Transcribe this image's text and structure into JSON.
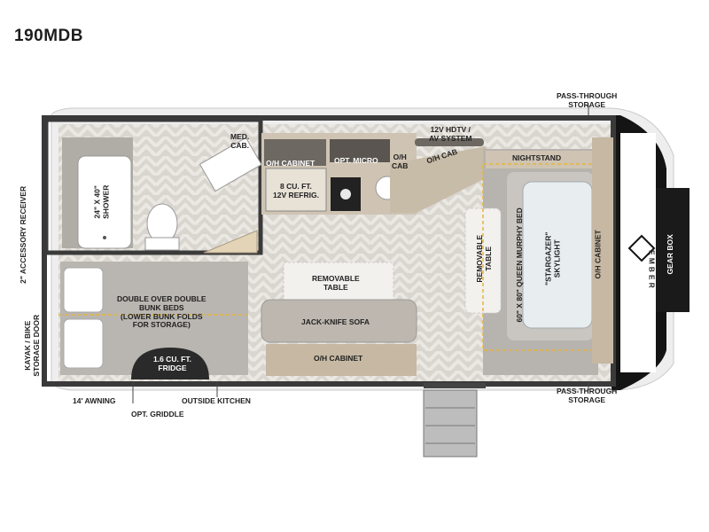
{
  "title": "190MDB",
  "labels": {
    "pass_through_top": "PASS-THROUGH\nSTORAGE",
    "pass_through_bottom": "PASS-THROUGH\nSTORAGE",
    "med_cab": "MED.\nCAB.",
    "oh_cabinet_kitchen": "O/H CABINET",
    "opt_micro": "OPT. MICRO",
    "hdtv": "12V HDTV /\nAV SYSTEM",
    "oh_cab_1": "O/H\nCAB",
    "oh_cab_2": "O/H CAB",
    "nightstand": "NIGHTSTAND",
    "refrig": "8 CU. FT.\n12V REFRIG.",
    "shower": "24\" X 40\"\nSHOWER",
    "accessory_receiver": "2\" ACCESSORY RECEIVER",
    "kayak_door": "KAYAK / BIKE\nSTORAGE DOOR",
    "removable_table_center": "REMOVABLE\nTABLE",
    "removable_table_side": "REMOVABLE\nTABLE",
    "murphy_bed": "60\" X 80\" QUEEN MURPHY BED",
    "skylight": "\"STARGAZER\"\nSKYLIGHT",
    "oh_cabinet_right": "O/H CABINET",
    "gear_box": "GEAR BOX",
    "bunk_beds": "DOUBLE OVER DOUBLE\nBUNK BEDS\n(LOWER BUNK FOLDS\nFOR STORAGE)",
    "sofa": "JACK-KNIFE SOFA",
    "fridge": "1.6 CU. FT.\nFRIDGE",
    "oh_cabinet_bottom": "O/H CABINET",
    "awning": "14' AWNING",
    "outside_kitchen": "OUTSIDE KITCHEN",
    "opt_griddle": "OPT. GRIDDLE",
    "logo": "EMBER"
  },
  "colors": {
    "wall": "#3a3a3a",
    "floor": "#d6d2cb",
    "cabinet": "#c6b8a3",
    "dark_cabinet": "#6e6863",
    "accent_yellow": "#e6b63a",
    "black_cap": "#141414"
  }
}
